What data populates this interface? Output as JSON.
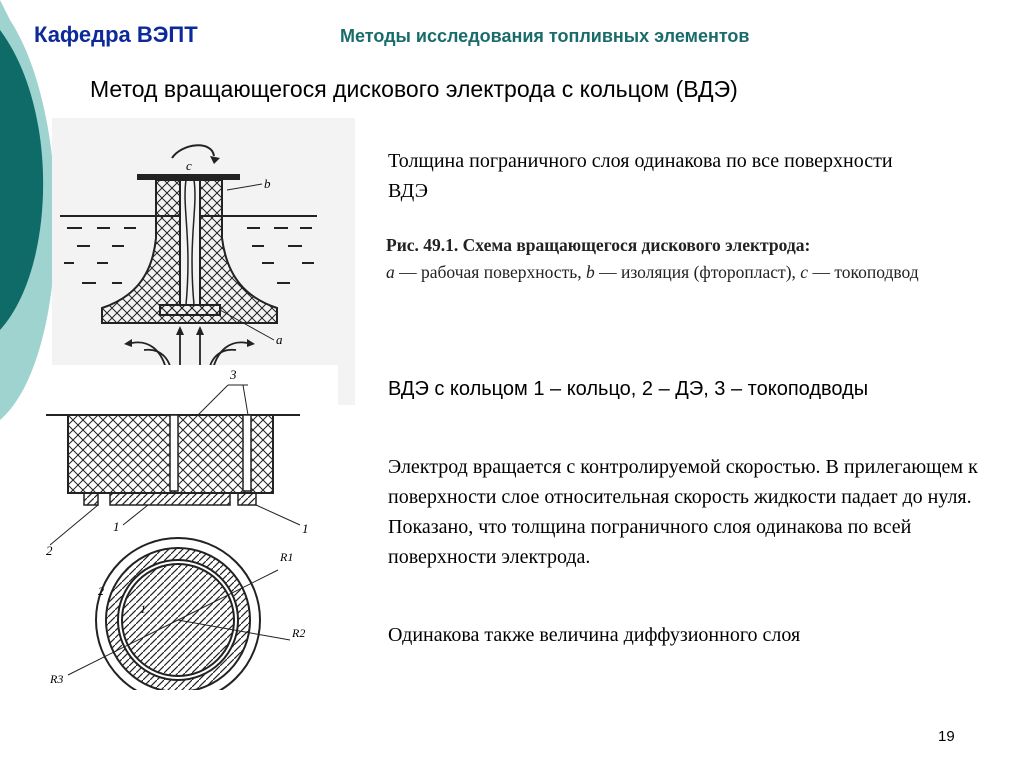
{
  "header": {
    "department": "Кафедра ВЭПТ",
    "course_title": "Методы исследования топливных элементов"
  },
  "slide": {
    "heading": "Метод вращающегося дискового электрода с кольцом (ВДЭ)",
    "boundary_text": "Толщина пограничного слоя одинакова по все поверхности ВДЭ",
    "figure_caption": {
      "number": "Рис. 49.1.",
      "title": "Схема вращающегося дискового электрода:",
      "a": "а",
      "a_text": "— рабочая поверхность,",
      "b": "b",
      "b_text": "— изоляция (фторопласт),",
      "c": "с",
      "c_text": "— токоподвод"
    },
    "ring_text": "ВДЭ с кольцом 1 – кольцо, 2 – ДЭ, 3 – токоподводы",
    "body_text": "Электрод вращается с контролируемой скоростью. В прилегающем к поверхности слое относительная скорость жидкости падает до нуля. Показано, что толщина пограничного слоя одинакова по всей поверхности электрода.",
    "diffusion_text": "Одинакова также величина диффузионного слоя",
    "page_number": "19"
  },
  "figure1_labels": {
    "c": "c",
    "b": "b",
    "a": "a"
  },
  "figure2_labels": {
    "n3": "3",
    "n1_left": "1",
    "n1_right": "1",
    "n2_left": "2",
    "n2_ring": "2",
    "n1_center": "1",
    "r1": "R1",
    "r2": "R2",
    "r3": "R3"
  },
  "colors": {
    "teal_dark": "#0e6b67",
    "teal_light": "#9fd3d0",
    "dept_blue": "#0d2a9a",
    "course_teal": "#1a6b6b"
  }
}
